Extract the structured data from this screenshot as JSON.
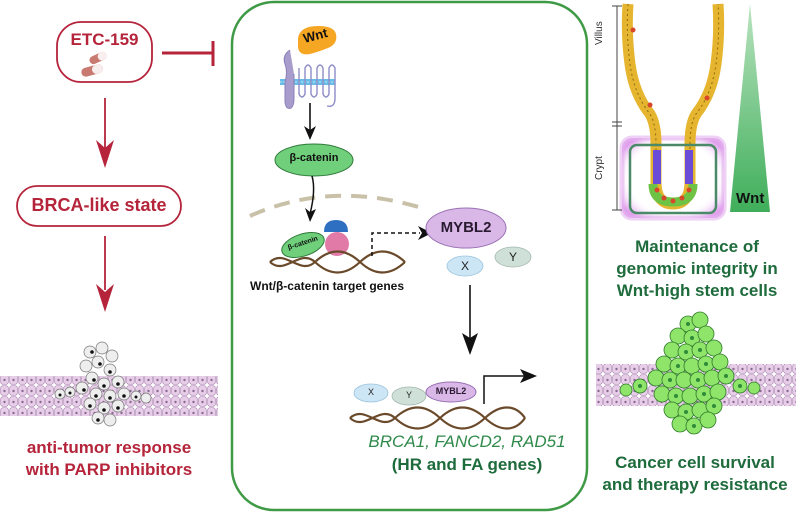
{
  "left_panel": {
    "drug_label": "ETC-159",
    "drug_icon": "capsule-icon",
    "state_label": "BRCA-like state",
    "outcome_line1": "anti-tumor response",
    "outcome_line2": "with PARP inhibitors",
    "color": "#b5243a"
  },
  "center_panel": {
    "ligand_label": "Wnt",
    "beta_catenin_label": "β-catenin",
    "beta_catenin_small_label": "β-catenin",
    "target_genes_label": "Wnt/β-catenin target genes",
    "mybl2_label": "MYBL2",
    "x_label": "X",
    "y_label": "Y",
    "complex_x_label": "X",
    "complex_y_label": "Y",
    "complex_mybl2_label": "MYBL2",
    "genes_italic": "BRCA1, FANCD2, RAD51",
    "genes_group": "(HR and FA genes)",
    "border_color": "#3f9a45"
  },
  "right_panel": {
    "villus_label": "Villus",
    "crypt_label": "Crypt",
    "gradient_label": "Wnt",
    "stem_text_line1": "Maintenance of",
    "stem_text_line2": "genomic integrity in",
    "stem_text_line3": "Wnt-high stem cells",
    "cancer_text_line1": "Cancer cell survival",
    "cancer_text_line2": "and therapy resistance",
    "color": "#1e6b3c"
  }
}
